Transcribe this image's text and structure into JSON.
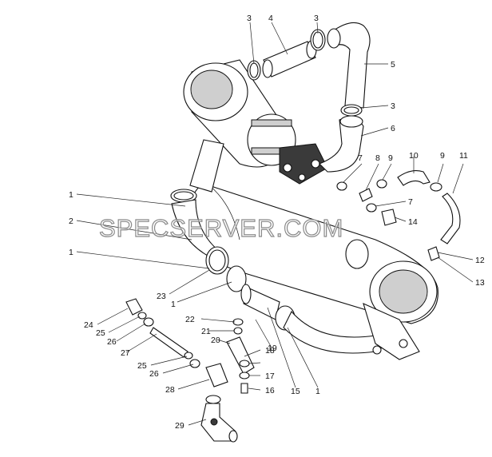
{
  "watermark": "SPECSERVER.COM",
  "callouts": {
    "c1a": "1",
    "c1b": "1",
    "c1c": "1",
    "c1d": "1",
    "c2": "2",
    "c3a": "3",
    "c3b": "3",
    "c3c": "3",
    "c4": "4",
    "c5": "5",
    "c6": "6",
    "c7a": "7",
    "c7b": "7",
    "c8": "8",
    "c9a": "9",
    "c9b": "9",
    "c10": "10",
    "c11": "11",
    "c12": "12",
    "c13": "13",
    "c14": "14",
    "c15": "15",
    "c16": "16",
    "c17": "17",
    "c18": "18",
    "c19": "19",
    "c20": "20",
    "c21": "21",
    "c22": "22",
    "c23": "23",
    "c24": "24",
    "c25a": "25",
    "c25b": "25",
    "c26a": "26",
    "c26b": "26",
    "c27": "27",
    "c28": "28",
    "c29": "29"
  },
  "colors": {
    "line": "#111111",
    "shade": "#cfcfcf",
    "dark": "#3a3a3a",
    "watermark_stroke": "#8a8a8a"
  }
}
